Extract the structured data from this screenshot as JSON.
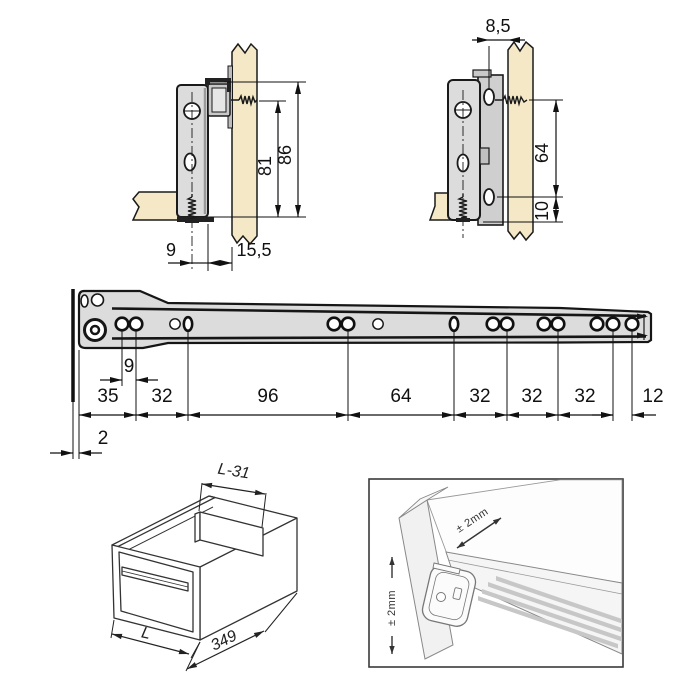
{
  "figure": {
    "description": "Technical installation drawing of a drawer runner / slide with mounting brackets",
    "colors": {
      "background": "#ffffff",
      "wood": "#f5e8c6",
      "metal": "#dcdcdc",
      "metal_shadow": "#bdbdbd",
      "outline": "#141414",
      "detail_outline": "#808080",
      "slot_gray": "#c7c7c7"
    }
  },
  "top_left_diagram": {
    "name": "bracket front mounting view",
    "dim_total_height": "86",
    "dim_hole_height": "81",
    "dim_screw_offset": "9",
    "dim_back_offset": "15,5"
  },
  "top_right_diagram": {
    "name": "bracket side mounting view",
    "dim_side_offset": "8,5",
    "dim_hole_spacing": "64",
    "dim_bottom_offset": "10"
  },
  "rail_diagram": {
    "name": "drawer slide rail drilling template",
    "dim_front_hole_spacing": "9",
    "dim_segments": [
      "35",
      "32",
      "96",
      "64",
      "32",
      "32",
      "32",
      "12"
    ],
    "dim_front_gap": "2"
  },
  "drawer_diagram": {
    "name": "drawer box isometric",
    "dim_inner_width": "L-31",
    "dim_width": "L",
    "dim_depth": "349"
  },
  "tolerance_diagram": {
    "name": "mounting tolerance detail",
    "tolerance_depth": "± 2mm",
    "tolerance_vertical": "± 2mm"
  }
}
